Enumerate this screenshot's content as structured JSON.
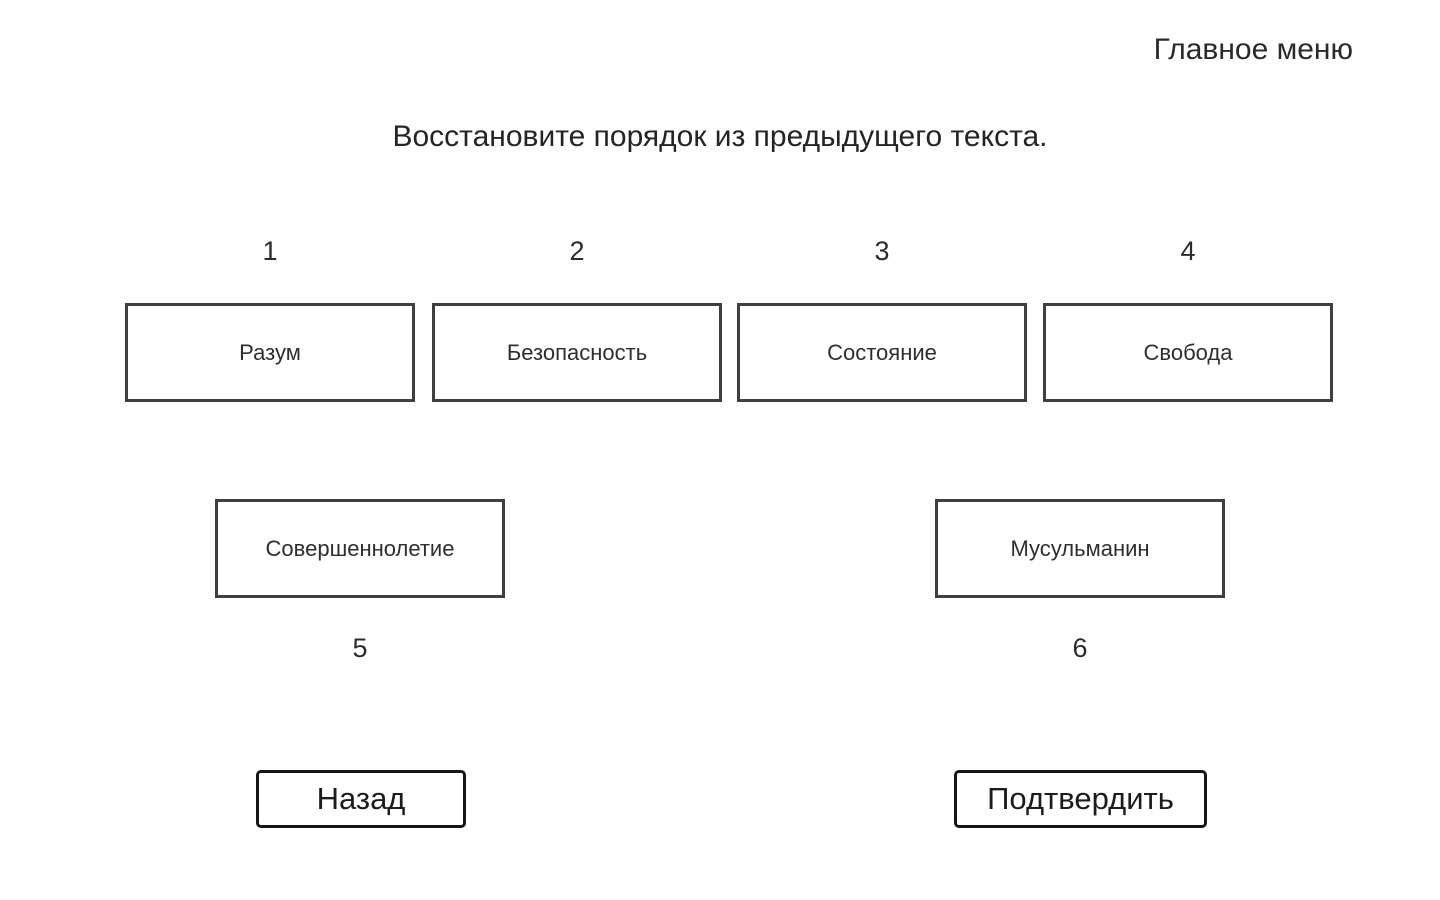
{
  "header": {
    "menu_label": "Главное меню",
    "instruction": "Восстановите порядок из предыдущего текста."
  },
  "word_slots": [
    {
      "number": "1",
      "word": "Разум"
    },
    {
      "number": "2",
      "word": "Безопасность"
    },
    {
      "number": "3",
      "word": "Состояние"
    },
    {
      "number": "4",
      "word": "Свобода"
    }
  ],
  "word_pool": [
    {
      "number": "5",
      "word": "Совершеннолетие"
    },
    {
      "number": "6",
      "word": "Мусульманин"
    }
  ],
  "actions": {
    "back_label": "Назад",
    "confirm_label": "Подтвердить"
  },
  "colors": {
    "background": "#ffffff",
    "box_border": "#3f3f3f",
    "button_border": "#161616",
    "text": "#2b2b2b"
  }
}
